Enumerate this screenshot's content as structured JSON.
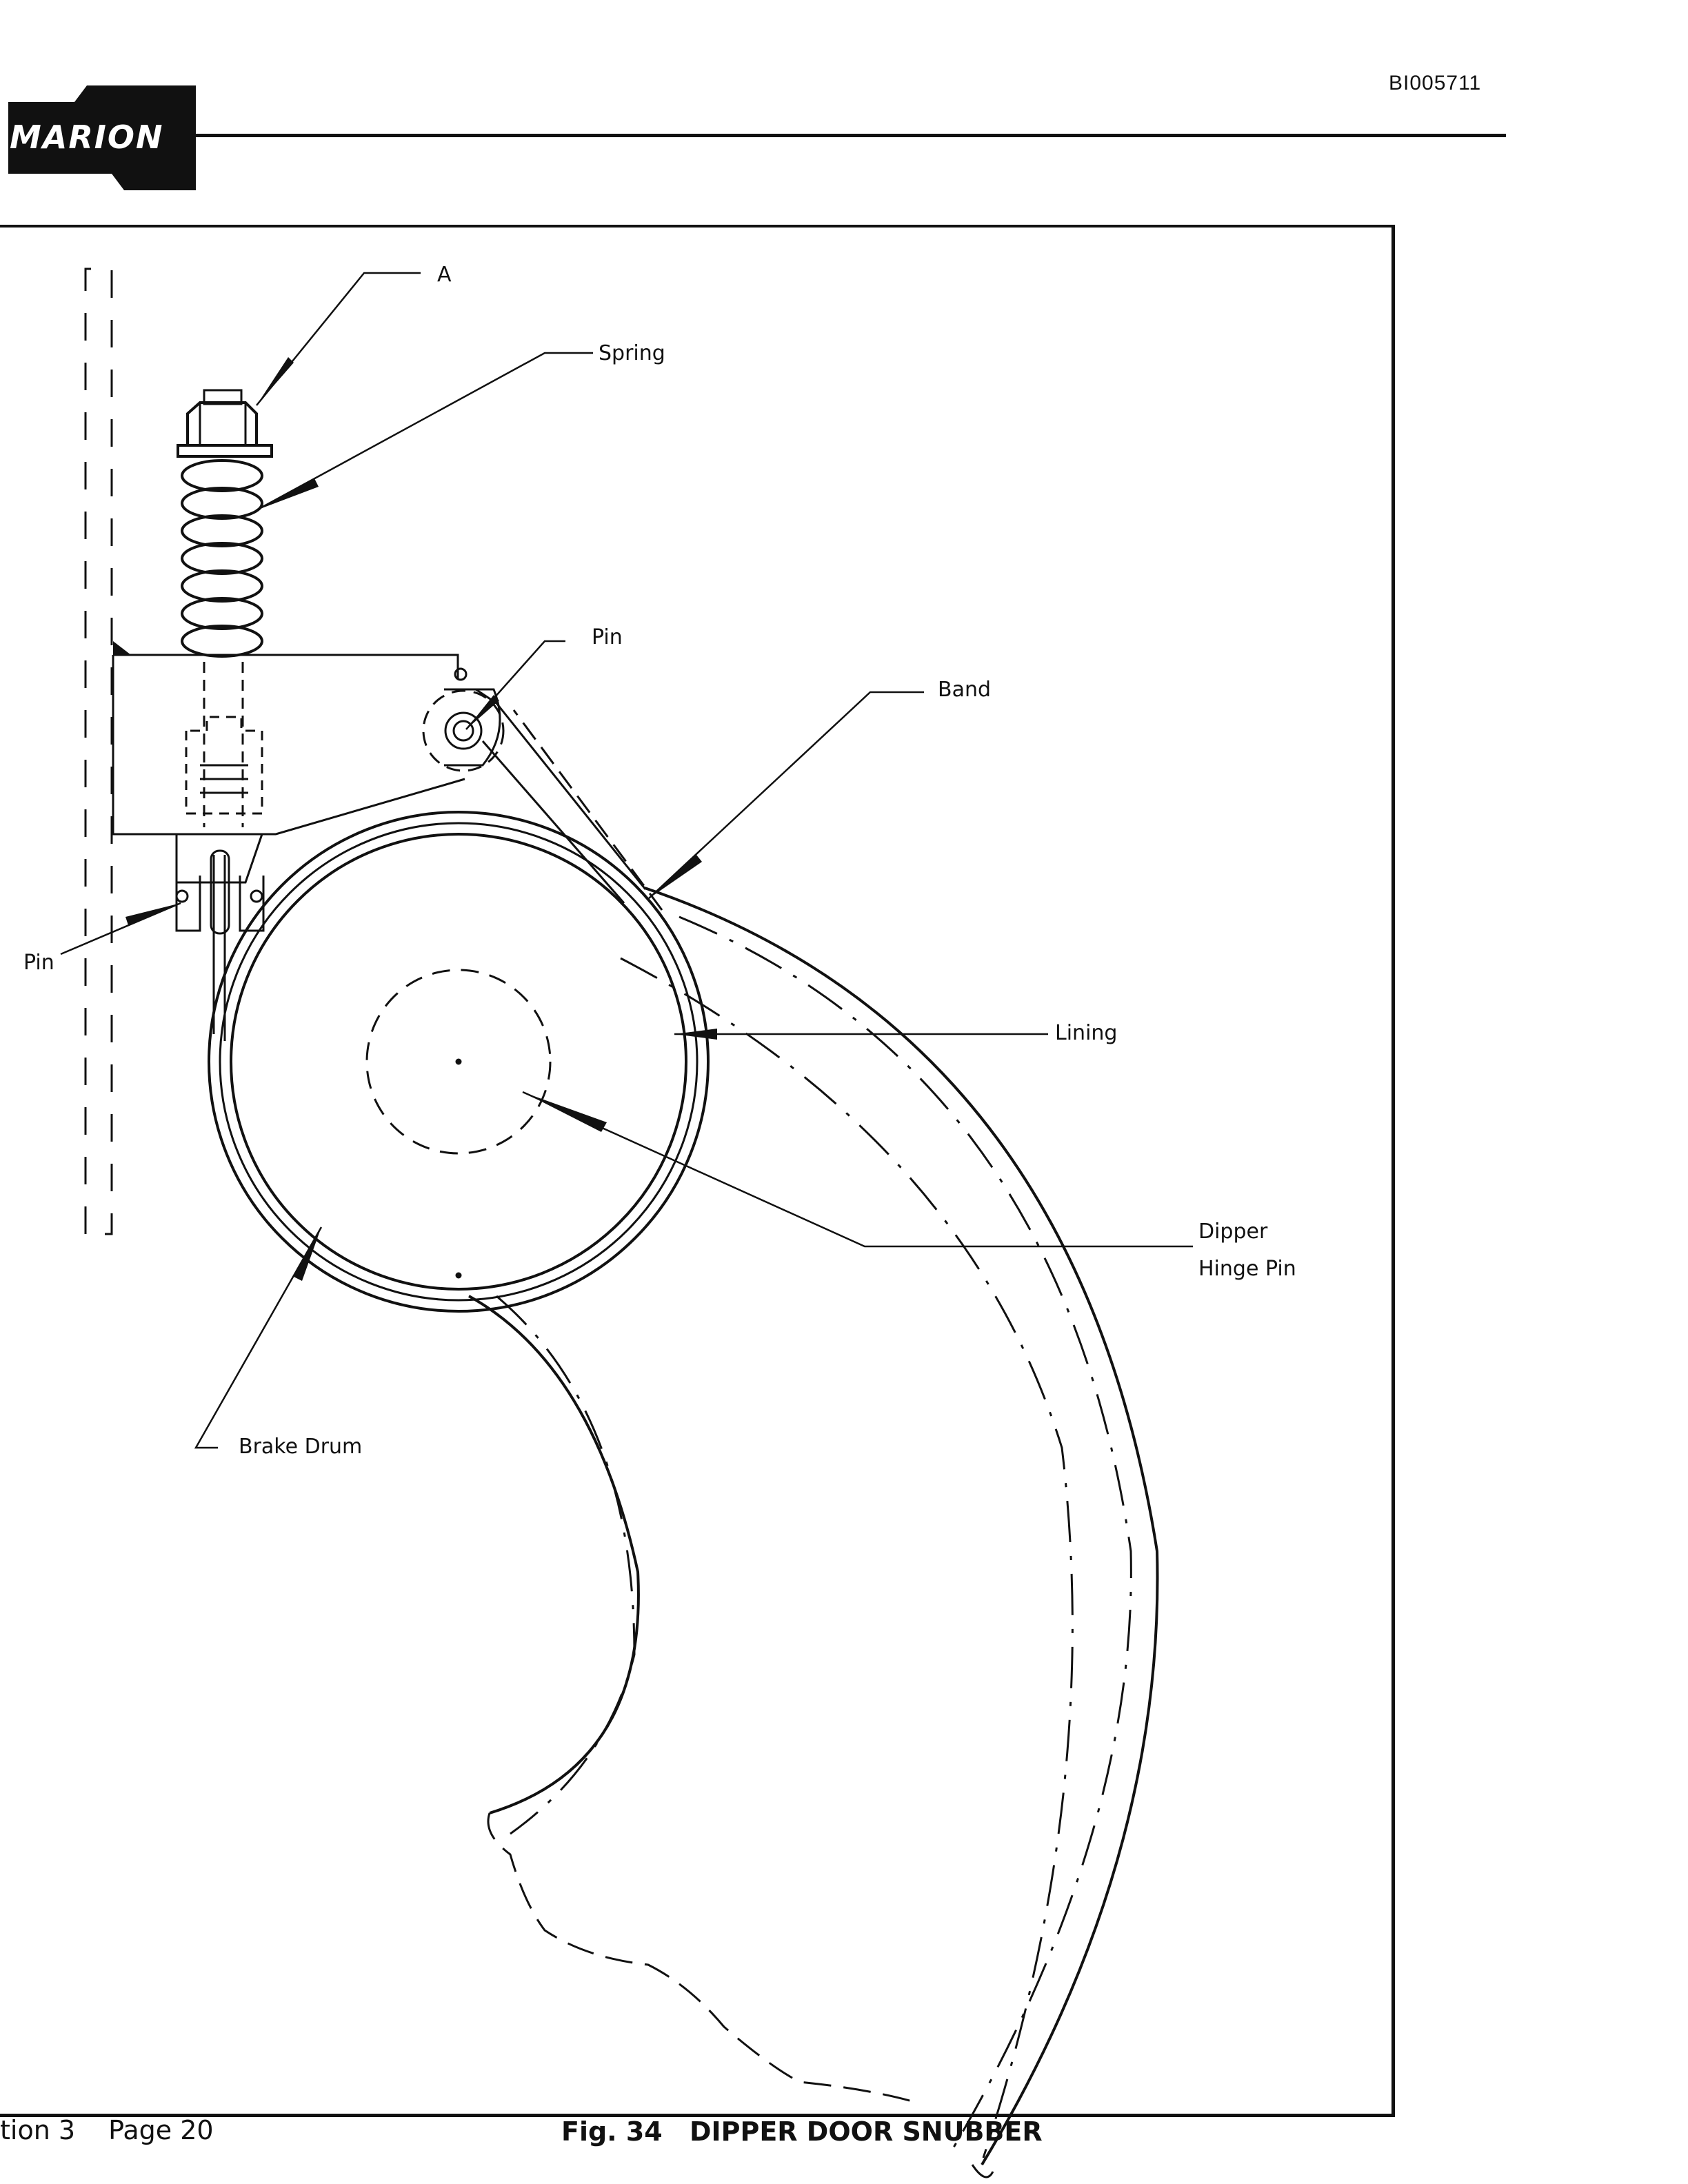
{
  "header": {
    "doc_id": "BI005711",
    "logo_text": "MARION"
  },
  "figure": {
    "callouts": {
      "a": "A",
      "spring": "Spring",
      "pin_top": "Pin",
      "band": "Band",
      "lining": "Lining",
      "dipper_line1": "Dipper",
      "dipper_line2": "Hinge Pin",
      "pin_left": "Pin",
      "brake_drum": "Brake Drum"
    }
  },
  "footer": {
    "section": "tion 3",
    "page": "Page 20",
    "fig_number": "Fig. 34",
    "fig_title": "DIPPER DOOR SNUBBER"
  }
}
